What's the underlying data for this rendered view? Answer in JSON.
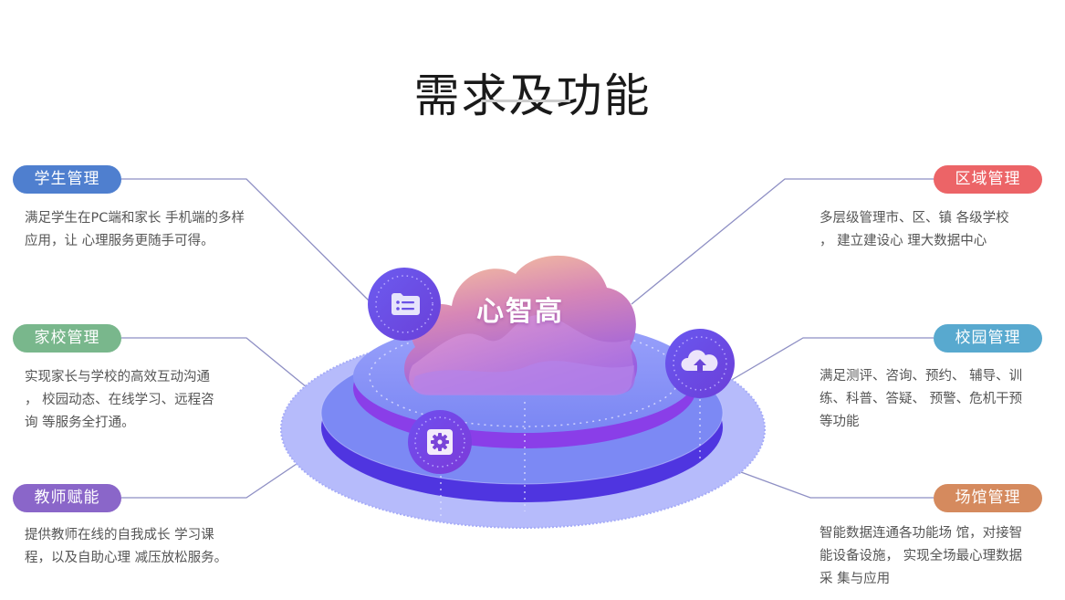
{
  "header": {
    "title": "需求及功能"
  },
  "center": {
    "brand": "心智高",
    "icons": [
      "folder-list-icon",
      "gear-icon",
      "cloud-upload-icon"
    ]
  },
  "features": {
    "left": [
      {
        "label": "学生管理",
        "color": "#4f7fcf",
        "description": "满足学生在PC端和家长 手机端的多样应用，让 心理服务更随手可得。"
      },
      {
        "label": "家校管理",
        "color": "#79b78c",
        "description": "实现家长与学校的高效互动沟通 ， 校园动态、在线学习、远程咨询 等服务全打通。"
      },
      {
        "label": "教师赋能",
        "color": "#8a66c9",
        "description": "提供教师在线的自我成长 学习课程，以及自助心理 减压放松服务。"
      }
    ],
    "right": [
      {
        "label": "区域管理",
        "color": "#ec6467",
        "description": "多层级管理市、区、镇 各级学校 ， 建立建设心 理大数据中心"
      },
      {
        "label": "校园管理",
        "color": "#58a9cf",
        "description": "满足测评、咨询、预约、 辅导、训练、科普、答疑、 预警、危机干预等功能"
      },
      {
        "label": "场馆管理",
        "color": "#d58a5e",
        "description": "智能数据连通各功能场 馆，对接智能设备设施， 实现全场最心理数据采 集与应用"
      }
    ]
  },
  "colors": {
    "connector": "#8e8fc4",
    "platform_base": "#5b48e6",
    "platform_top": "#7f8cf5",
    "halo": "#b3b8fb",
    "badge": "#6a4bea"
  }
}
